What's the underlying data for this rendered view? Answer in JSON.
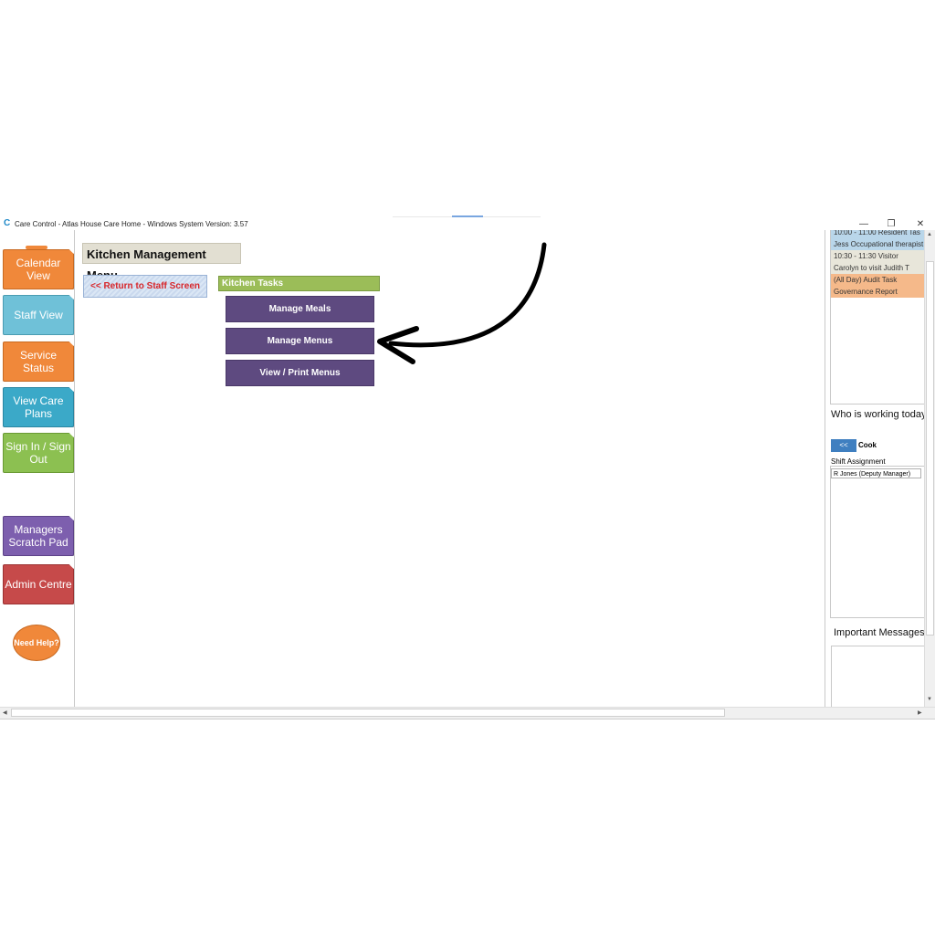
{
  "window": {
    "title": "Care Control - Atlas House Care Home - Windows System Version: 3.57",
    "app_icon": "C",
    "minimize": "—",
    "restore": "❐",
    "close": "✕"
  },
  "nav": {
    "items": [
      {
        "label": "Calendar View",
        "color": "#f0883a"
      },
      {
        "label": "Staff View",
        "color": "#6fc1d8"
      },
      {
        "label": "Service Status",
        "color": "#f0883a"
      },
      {
        "label": "View Care Plans",
        "color": "#3ba9c8"
      },
      {
        "label": "Sign In / Sign Out",
        "color": "#8cc051"
      },
      {
        "label": "Managers Scratch Pad",
        "color": "#7d5fae"
      },
      {
        "label": "Admin Centre",
        "color": "#c64a4a"
      }
    ],
    "help": "Need Help?"
  },
  "main": {
    "page_title": "Kitchen Management Menu",
    "return_button": "<< Return to Staff Screen",
    "task_header": "Kitchen Tasks",
    "tasks": [
      "Manage Meals",
      "Manage Menus",
      "View / Print Menus"
    ]
  },
  "right": {
    "calendar_items": [
      {
        "line1": "10:00 - 11:00 Resident Tas",
        "line2": "Jess Occupational therapist",
        "color": "#b9d6ea"
      },
      {
        "line1": "10:30 - 11:30 Visitor",
        "line2": "Carolyn to visit Judith T",
        "color": "#e8e6da"
      },
      {
        "line1": "(All Day) Audit Task",
        "line2": "Governance Report",
        "color": "#f5b98a"
      }
    ],
    "who_working_title": "Who is working today",
    "back_button": "<<",
    "role": "Cook",
    "shift_label": "Shift Assignment",
    "shift_value": "R Jones (Deputy Manager)",
    "messages_title": "Important Messages"
  },
  "annotation": {
    "arrow": "curved-arrow pointing to Manage Menus"
  }
}
